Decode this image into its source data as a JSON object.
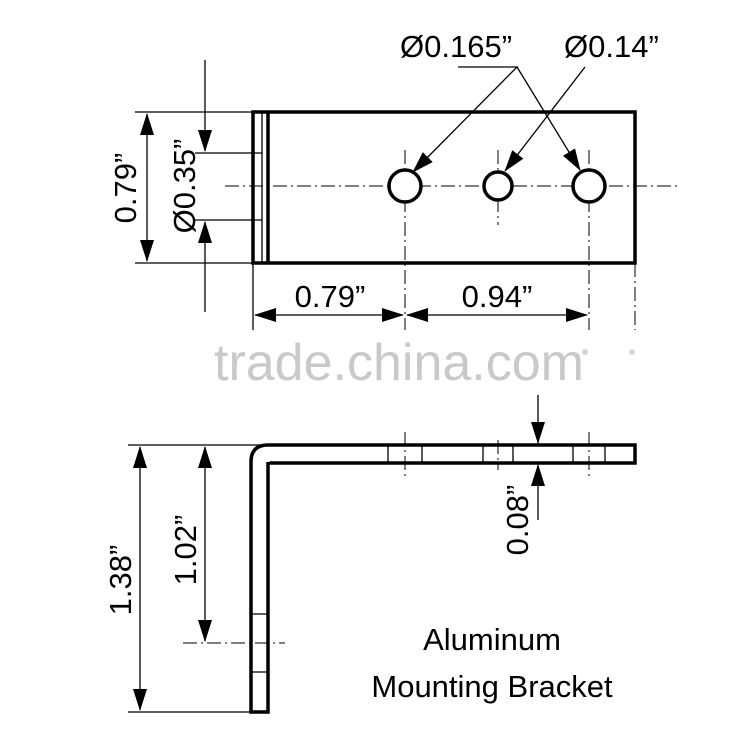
{
  "watermark": "trade.china.com",
  "title": {
    "line1": "Aluminum",
    "line2": "Mounting Bracket"
  },
  "dimensions": {
    "hole_large": "Ø0.165”",
    "hole_small": "Ø0.14”",
    "plate_height": "0.79”",
    "hole_row_height": "Ø0.35”",
    "edge_to_hole": "0.79”",
    "hole_spacing": "0.94”",
    "side_height": "1.38”",
    "inner_height": "1.02”",
    "thickness": "0.08”"
  }
}
